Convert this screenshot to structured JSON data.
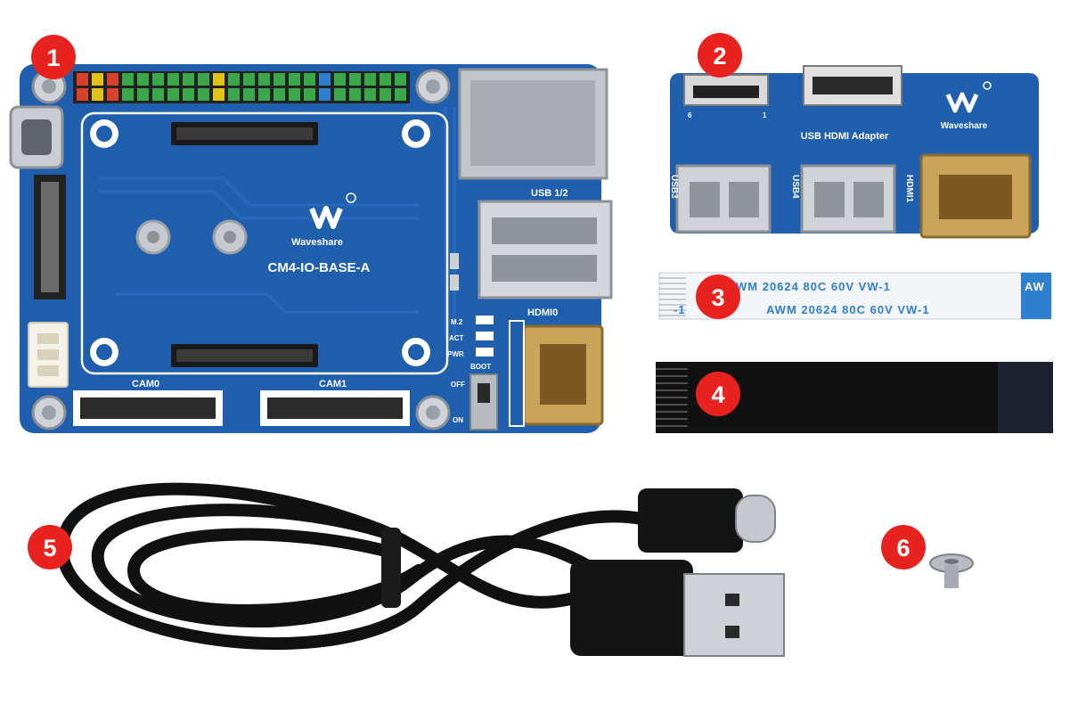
{
  "badges": [
    "1",
    "2",
    "3",
    "4",
    "5",
    "6"
  ],
  "board": {
    "brand": "Waveshare",
    "model": "CM4-IO-BASE-A",
    "labels": {
      "usb12": "USB 1/2",
      "hdmi0": "HDMI0",
      "cam0": "CAM0",
      "cam1": "CAM1",
      "m2": "M.2",
      "act": "ACT",
      "pwr": "PWR",
      "boot": "BOOT",
      "off": "OFF",
      "on": "ON"
    }
  },
  "adapter": {
    "title": "USB HDMI Adapter",
    "brand": "Waveshare",
    "usb3": "USB3",
    "usb4": "USB4",
    "hdmi1": "HDMI1",
    "pin6": "6",
    "pin1": "1"
  },
  "fpc_cable": {
    "line1": "WM  20624  80C  60V  VW-1",
    "line1_tail": "AW",
    "line2": "AWM  20624  80C  60V  VW-1",
    "line2_head": "-1"
  },
  "colors": {
    "badge": "#e8231f",
    "pcb": "#1f5fae",
    "pcb_dark": "#174c8f",
    "cable": "#111111",
    "fpc_blue": "#2f7fd0"
  }
}
